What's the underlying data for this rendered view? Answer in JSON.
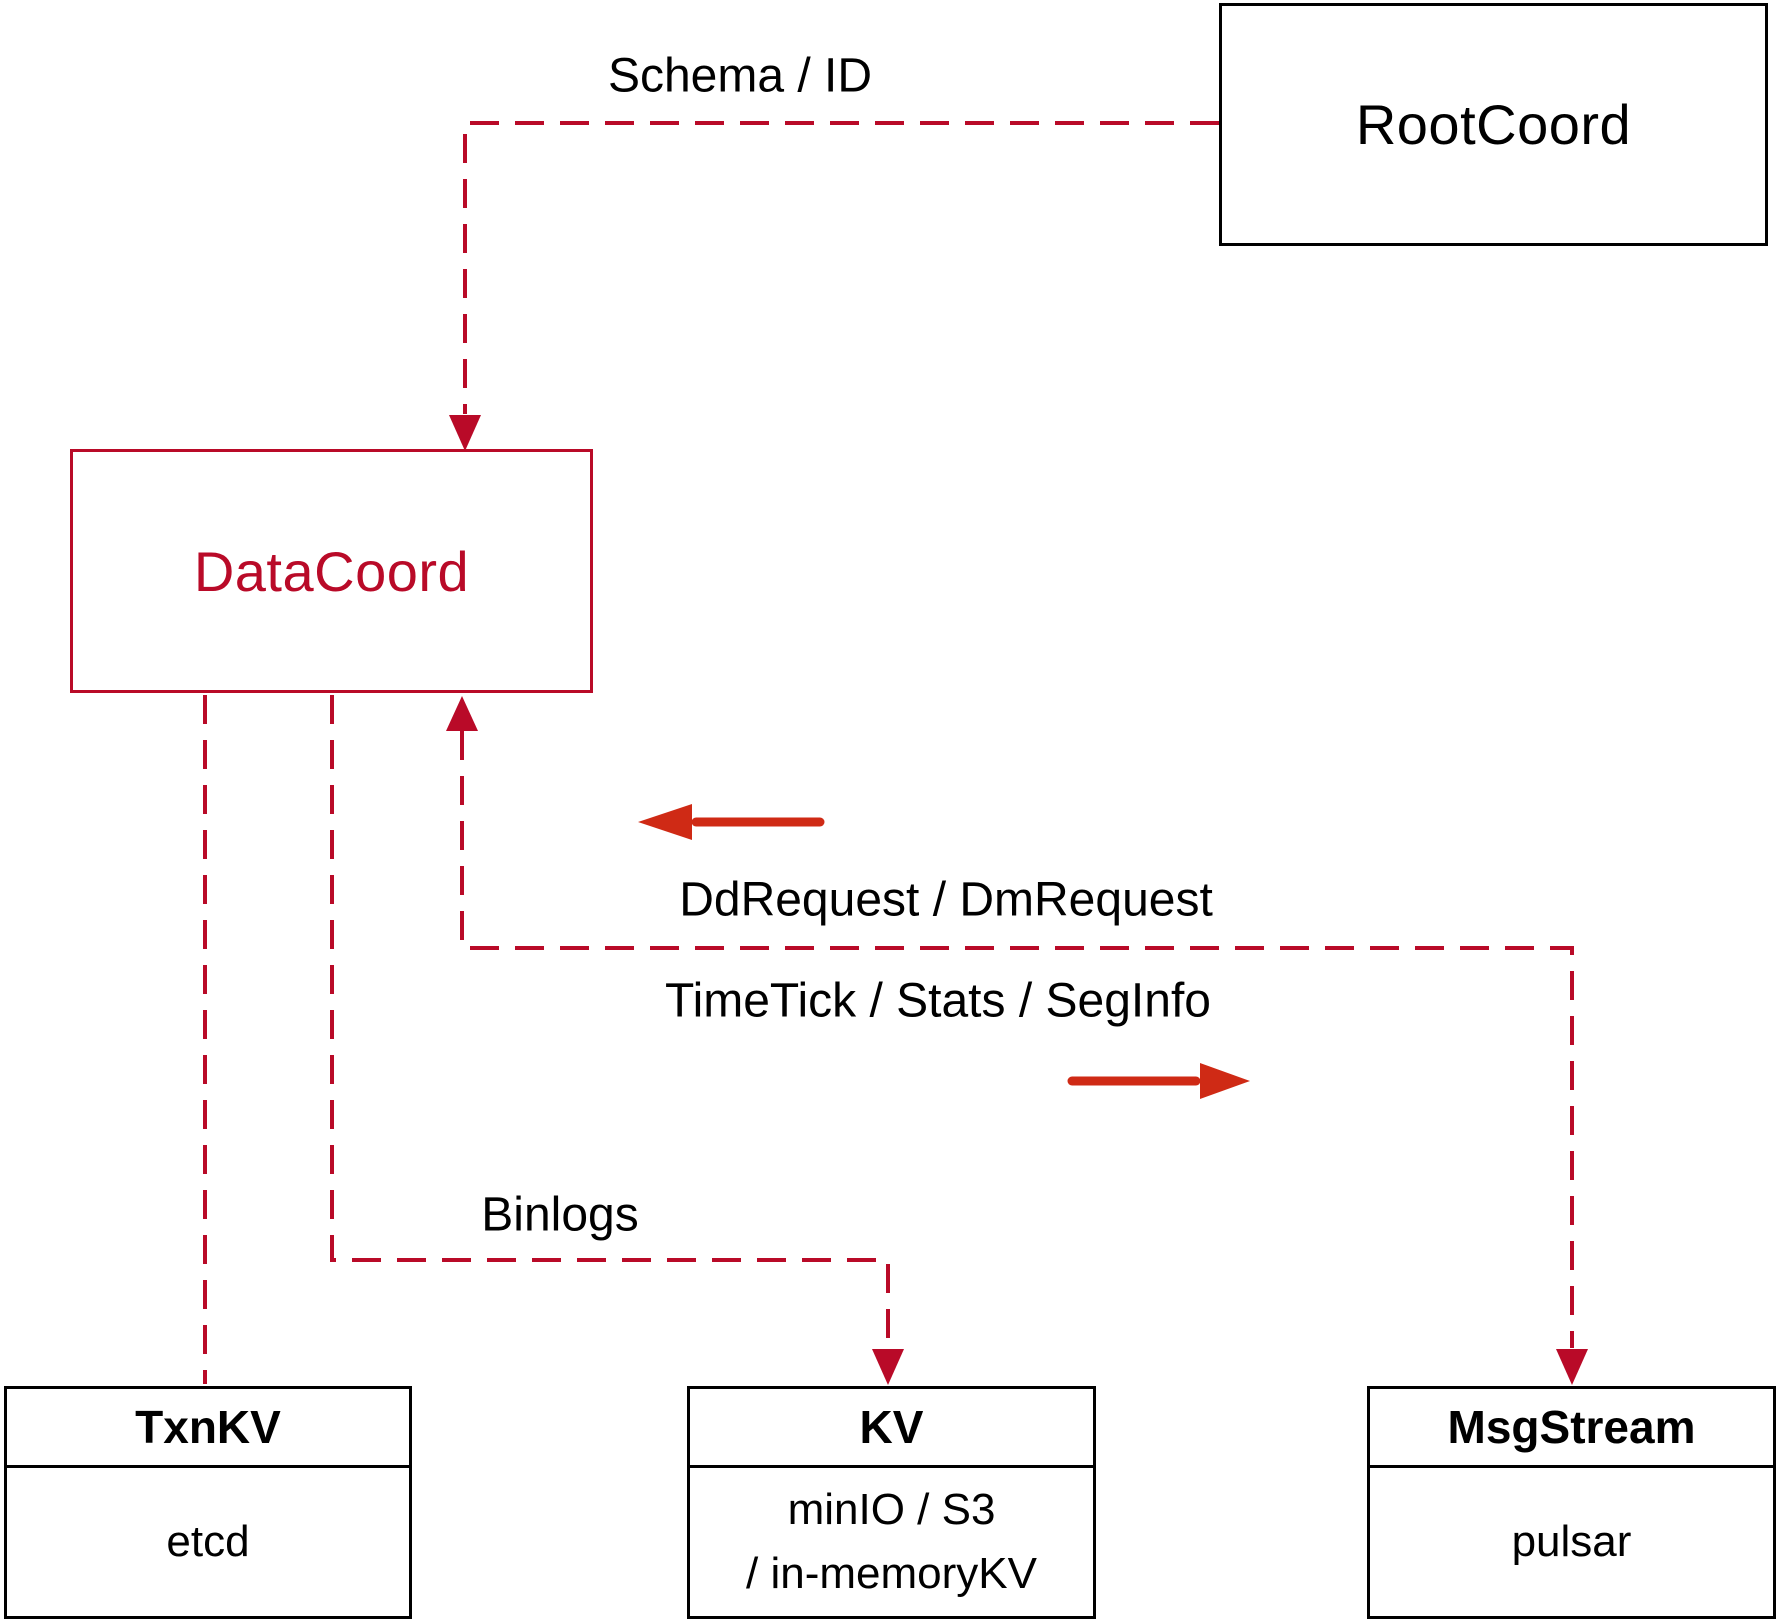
{
  "nodes": {
    "rootcoord": {
      "label": "RootCoord"
    },
    "datacoord": {
      "label": "DataCoord"
    },
    "txnkv": {
      "title": "TxnKV",
      "impl": "etcd"
    },
    "kv": {
      "title": "KV",
      "impl_line1": "minIO / S3",
      "impl_line2": "/ in-memoryKV"
    },
    "msgstream": {
      "title": "MsgStream",
      "impl": "pulsar"
    }
  },
  "edges": {
    "schema_id_label": "Schema / ID",
    "ddrequest_label": "DdRequest / DmRequest",
    "timetick_label": "TimeTick / Stats / SegInfo",
    "binlogs_label": "Binlogs"
  },
  "colors": {
    "crimson_dashed_line": "#b90a28",
    "solid_arrow_red": "#cf2a15",
    "box_border_black": "#000000",
    "background": "#ffffff"
  }
}
